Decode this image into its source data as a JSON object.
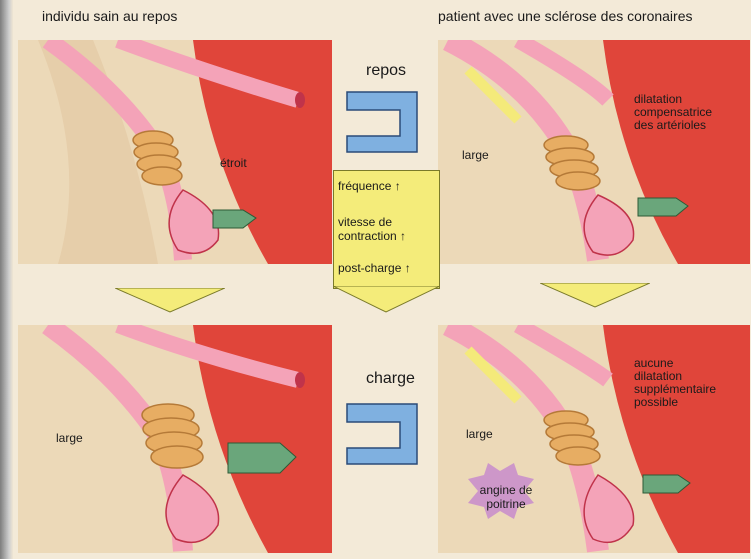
{
  "headers": {
    "left": "individu sain au repos",
    "right": "patient avec une sclérose des coronaires"
  },
  "center": {
    "rest_label": "repos",
    "load_label": "charge",
    "box_items": [
      "fréquence ↑",
      "vitesse de",
      "contraction ↑",
      "post-charge ↑"
    ]
  },
  "panels": {
    "top_left": {
      "vessel_label": "étroit"
    },
    "top_right": {
      "vessel_label": "large",
      "note": [
        "dilatation",
        "compensatrice",
        "des artérioles"
      ]
    },
    "bottom_left": {
      "vessel_label": "large"
    },
    "bottom_right": {
      "vessel_label": "large",
      "note": [
        "aucune",
        "dilatation",
        "supplémentaire",
        "possible"
      ],
      "badge": [
        "angine de",
        "poitrine"
      ]
    }
  },
  "colors": {
    "myocardium": "#e0453a",
    "tissue": "#ecd9b8",
    "vessel": "#f4a3b8",
    "coil": "#e7ad63",
    "valve_box": "#6aa67b",
    "switch": "#7fb0e0",
    "triangle": "#f4ec7a",
    "badge": "#c07ad0"
  }
}
